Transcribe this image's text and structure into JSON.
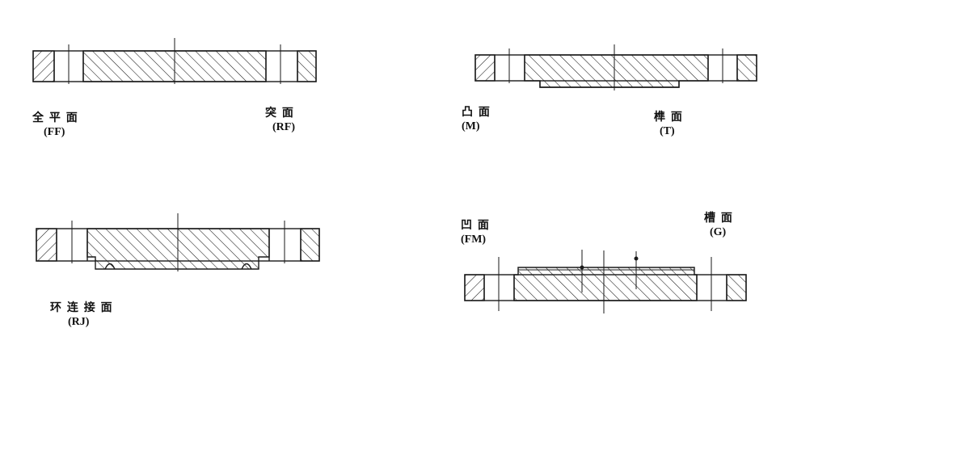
{
  "figure": {
    "flanges": [
      {
        "id": "ff-rf",
        "labels": [
          {
            "name": "全 平 面",
            "code": "(FF)"
          },
          {
            "name": "突 面",
            "code": "(RF)"
          }
        ]
      },
      {
        "id": "m-t",
        "labels": [
          {
            "name": "凸 面",
            "code": "(M)"
          },
          {
            "name": "榫 面",
            "code": "(T)"
          }
        ]
      },
      {
        "id": "rj",
        "labels": [
          {
            "name": "环 连 接 面",
            "code": "(RJ)"
          }
        ]
      },
      {
        "id": "fm-g",
        "labels": [
          {
            "name": "凹 面",
            "code": "(FM)"
          },
          {
            "name": "槽 面",
            "code": "(G)"
          }
        ]
      }
    ]
  },
  "colors": {
    "line": "#1a1a1a",
    "background": "#ffffff"
  }
}
